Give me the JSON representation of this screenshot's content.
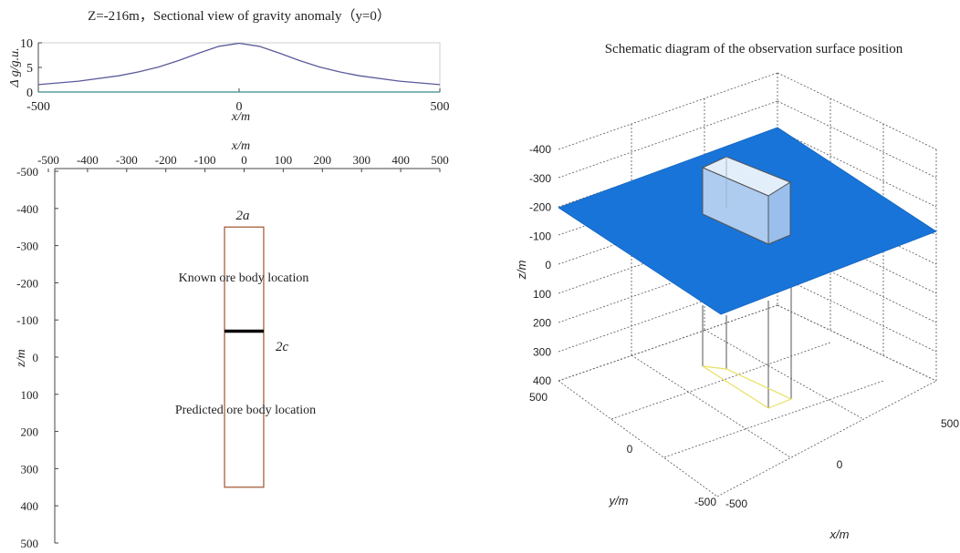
{
  "panel_top": {
    "title": "Z=-216m，Sectional view of gravity anomaly（y=0）",
    "ylabel": "Δ g/g.u.",
    "xlabel": "x/m",
    "xticks": [
      "-500",
      "0",
      "500"
    ],
    "yticks": [
      "0",
      "5",
      "10"
    ],
    "curve_color": "#5a5a9a"
  },
  "panel_section": {
    "xlabel_top": "x/m",
    "ylabel": "z/m",
    "xticks": [
      "-500",
      "-400",
      "-300",
      "-200",
      "-100",
      "0",
      "100",
      "200",
      "300",
      "400",
      "500"
    ],
    "zticks": [
      "-500",
      "-400",
      "-300",
      "-200",
      "-100",
      "0",
      "100",
      "200",
      "300",
      "400",
      "500"
    ],
    "label_2a": "2a",
    "label_2c": "2c",
    "known_label": "Known ore body location",
    "predicted_label": "Predicted ore body location",
    "box_color": "#a0522d"
  },
  "panel_3d": {
    "title": "Schematic diagram of the observation surface position",
    "zlabel": "z/m",
    "xlabel": "x/m",
    "ylabel": "y/m",
    "zticks": [
      "-400",
      "-300",
      "-200",
      "-100",
      "0",
      "100",
      "200",
      "300",
      "400"
    ],
    "xticks": [
      "-500",
      "0",
      "500"
    ],
    "yticks": [
      "500",
      "0",
      "-500"
    ],
    "surface_color": "#1874d8",
    "ore_color": "#c8ddf7"
  },
  "chart_data": [
    {
      "type": "line",
      "title": "Z=-216m，Sectional view of gravity anomaly（y=0）",
      "xlabel": "x/m",
      "ylabel": "Δ g/g.u.",
      "xlim": [
        -500,
        500
      ],
      "ylim": [
        0,
        10
      ],
      "series": [
        {
          "x": [
            -500,
            -400,
            -300,
            -250,
            -200,
            -150,
            -100,
            -50,
            0,
            50,
            100,
            150,
            200,
            250,
            300,
            400,
            500
          ],
          "values": [
            1.5,
            2.2,
            3.3,
            4.1,
            5.1,
            6.4,
            7.9,
            9.3,
            9.9,
            9.3,
            7.9,
            6.4,
            5.1,
            4.1,
            3.3,
            2.2,
            1.5
          ]
        },
        {
          "x": [
            -500,
            500
          ],
          "values": [
            0,
            0
          ]
        }
      ]
    },
    {
      "type": "line",
      "xlabel": "x/m",
      "ylabel": "z/m",
      "xlim": [
        -500,
        500
      ],
      "zlim": [
        -500,
        500
      ],
      "ore_body_x": [
        -50,
        50
      ],
      "ore_body_z": [
        -350,
        350
      ],
      "section_line_z": -70,
      "annotations": [
        "2a",
        "2c",
        "Known ore body location",
        "Predicted ore body location"
      ]
    },
    {
      "type": "3d",
      "title": "Schematic diagram of the observation surface position",
      "xlabel": "x/m",
      "ylabel": "y/m",
      "zlabel": "z/m",
      "xlim": [
        -500,
        500
      ],
      "ylim": [
        -500,
        500
      ],
      "zlim": [
        -400,
        400
      ],
      "grid": true
    }
  ]
}
